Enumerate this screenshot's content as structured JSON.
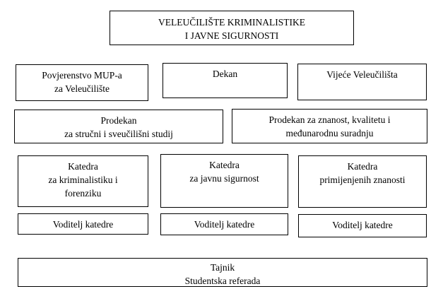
{
  "colors": {
    "background": "#ffffff",
    "border": "#000000",
    "text": "#000000"
  },
  "org_chart": {
    "title_box": {
      "lines": [
        "VELEUČILIŠTE KRIMINALISTIKE",
        "I JAVNE SIGURNOSTI"
      ]
    },
    "povjerenstvo": {
      "lines": [
        "Povjerenstvo MUP-a",
        "za Veleučilište"
      ]
    },
    "dekan": {
      "lines": [
        "Dekan"
      ]
    },
    "vijece": {
      "lines": [
        "Vijeće Veleučilišta"
      ]
    },
    "prodekan_strucni": {
      "lines": [
        "Prodekan",
        "za stručni i sveučilišni studij"
      ]
    },
    "prodekan_znanost": {
      "lines": [
        "Prodekan za znanost, kvalitetu i",
        "međunarodnu suradnju"
      ]
    },
    "katedra_kriminalistika": {
      "lines": [
        "Katedra",
        "za kriminalistiku i",
        "forenziku"
      ]
    },
    "katedra_javna_sigurnost": {
      "lines": [
        "Katedra",
        "za javnu sigurnost"
      ]
    },
    "katedra_primijenjene": {
      "lines": [
        "Katedra",
        "primijenjenih znanosti"
      ]
    },
    "voditelj_1": {
      "lines": [
        "Voditelj katedre"
      ]
    },
    "voditelj_2": {
      "lines": [
        "Voditelj katedre"
      ]
    },
    "voditelj_3": {
      "lines": [
        "Voditelj katedre"
      ]
    },
    "tajnik": {
      "lines": [
        "Tajnik",
        "Studentska referada"
      ]
    }
  }
}
